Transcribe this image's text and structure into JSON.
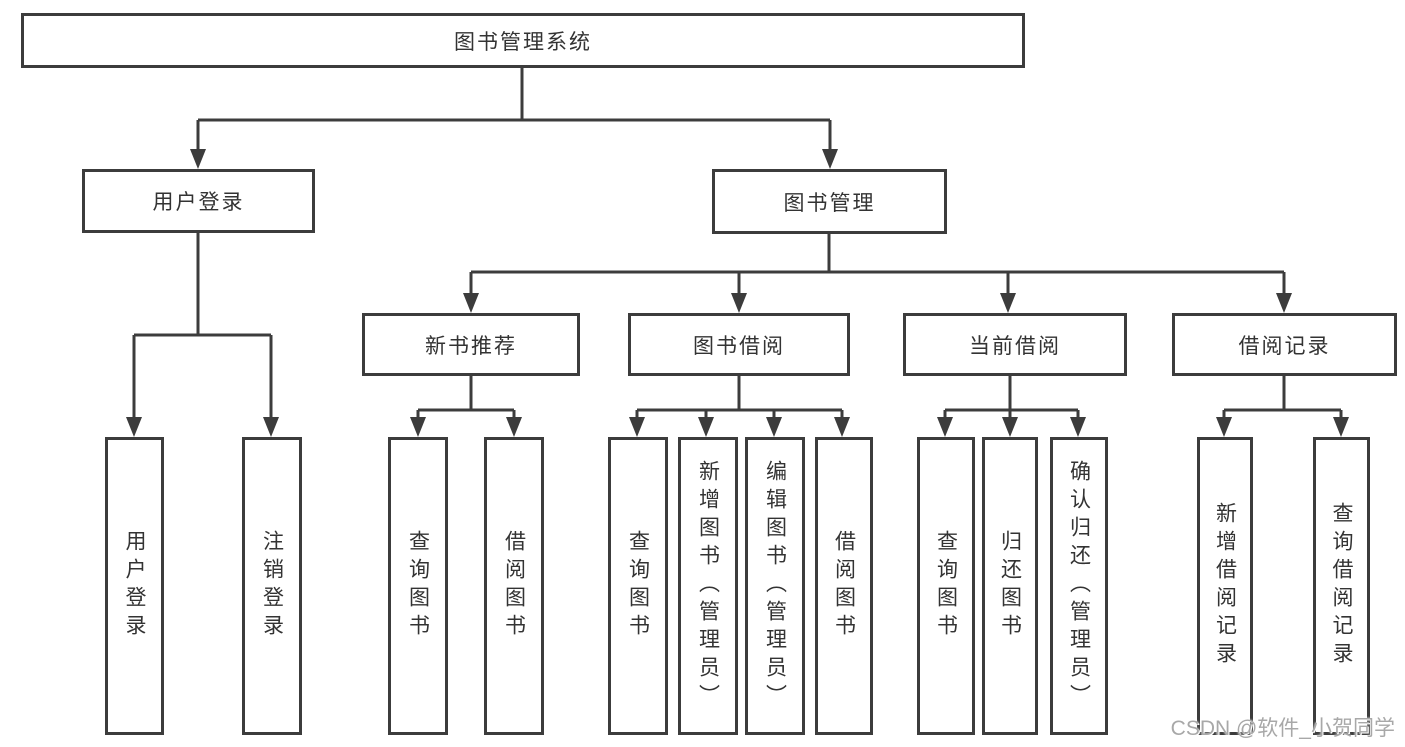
{
  "tree": {
    "label": "图书管理系统",
    "children": [
      {
        "label": "用户登录",
        "children": [
          {
            "label": "用户登录"
          },
          {
            "label": "注销登录"
          }
        ]
      },
      {
        "label": "图书管理",
        "children": [
          {
            "label": "新书推荐",
            "children": [
              {
                "label": "查询图书"
              },
              {
                "label": "借阅图书"
              }
            ]
          },
          {
            "label": "图书借阅",
            "children": [
              {
                "label": "查询图书"
              },
              {
                "label": "新增图书（管理员）"
              },
              {
                "label": "编辑图书（管理员）"
              },
              {
                "label": "借阅图书"
              }
            ]
          },
          {
            "label": "当前借阅",
            "children": [
              {
                "label": "查询图书"
              },
              {
                "label": "归还图书"
              },
              {
                "label": "确认归还（管理员）"
              }
            ]
          },
          {
            "label": "借阅记录",
            "children": [
              {
                "label": "新增借阅记录"
              },
              {
                "label": "查询借阅记录"
              }
            ]
          }
        ]
      }
    ]
  },
  "watermark": "CSDN @软件_小贺同学",
  "colors": {
    "line": "#3c3c3c",
    "text": "#333333",
    "watermark": "#a8a8a8",
    "background": "#ffffff"
  }
}
